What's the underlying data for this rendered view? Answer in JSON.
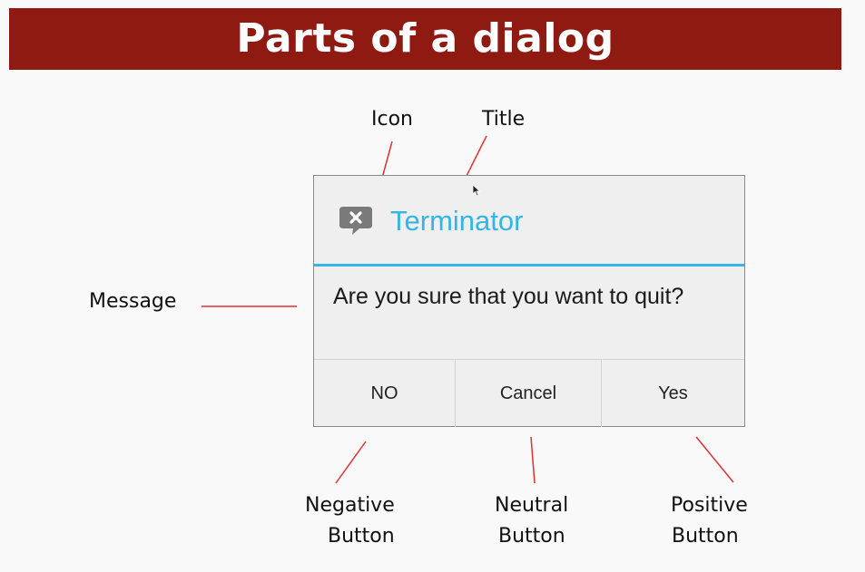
{
  "banner": {
    "title": "Parts of a dialog",
    "color": "#8f1a12"
  },
  "labels": {
    "icon": "Icon",
    "title": "Title",
    "message": "Message",
    "negative_line1": "Negative",
    "negative_line2": "Button",
    "neutral_line1": "Neutral",
    "neutral_line2": "Button",
    "positive_line1": "Positive",
    "positive_line2": "Button"
  },
  "dialog": {
    "icon": "chat-close-icon",
    "title": "Terminator",
    "message": "Are you sure that you want to quit?",
    "buttons": {
      "negative": "NO",
      "neutral": "Cancel",
      "positive": "Yes"
    },
    "accent_color": "#33b5e5"
  },
  "connector_color": "#e03030"
}
